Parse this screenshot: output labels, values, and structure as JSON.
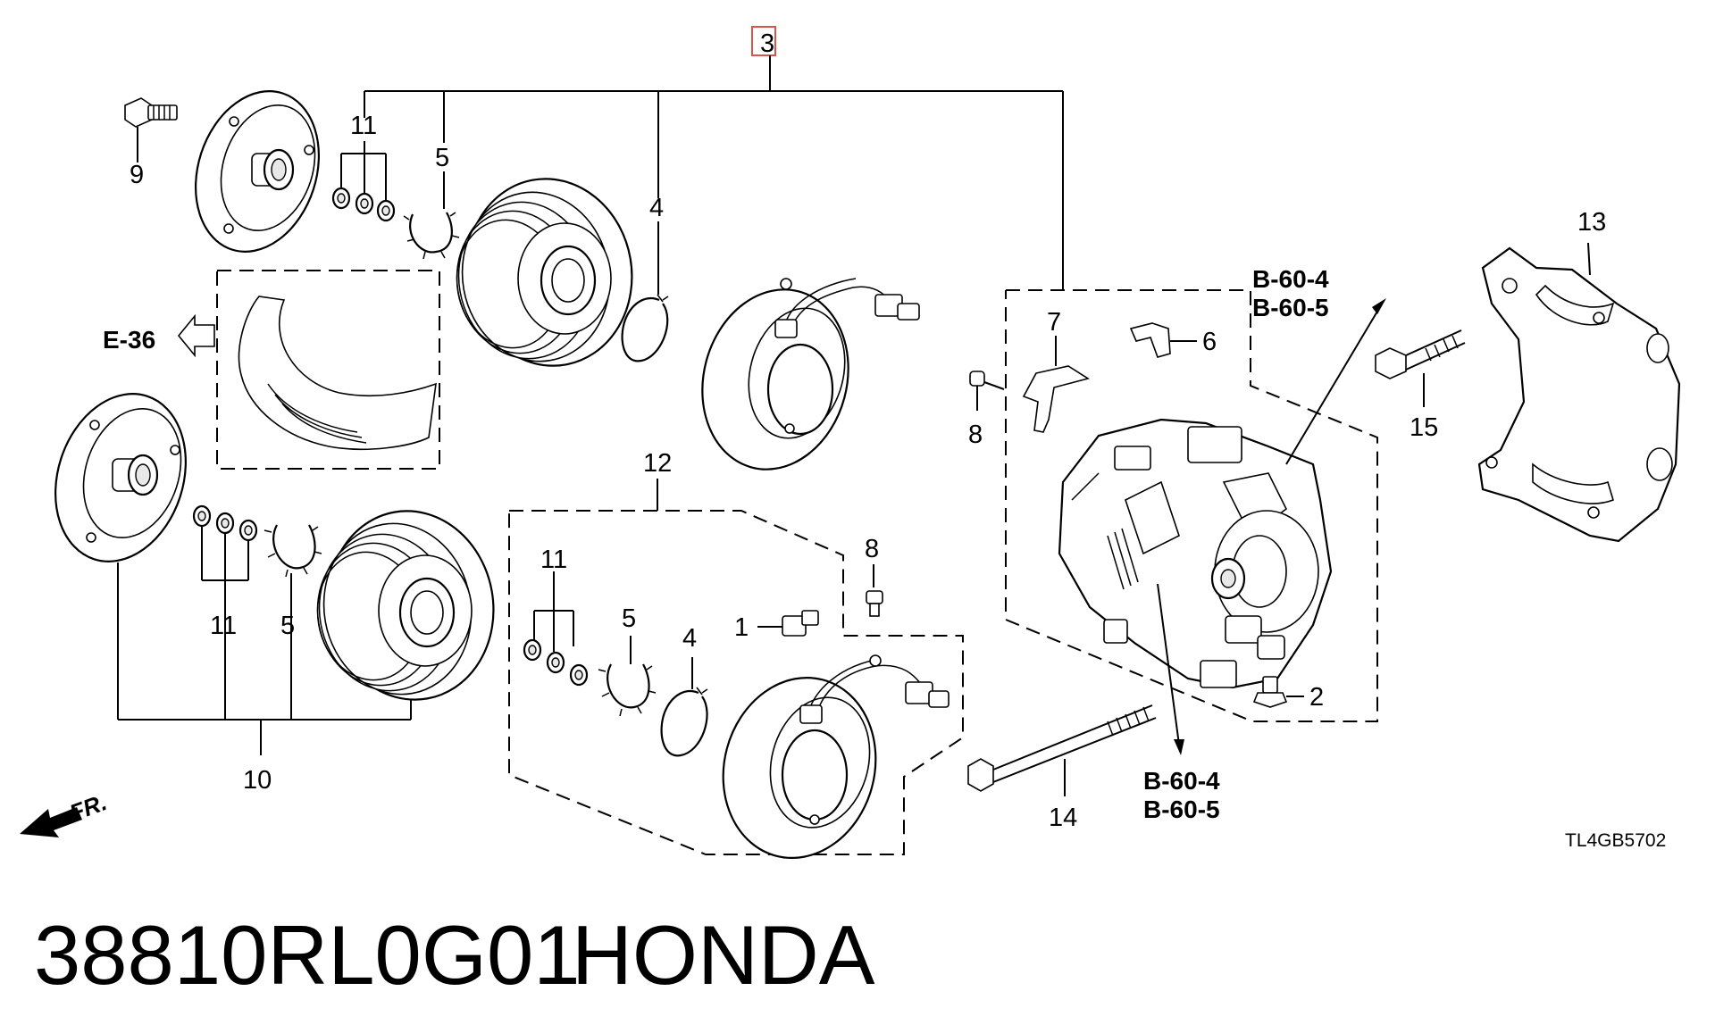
{
  "diagram": {
    "highlight_color": "#d9534f",
    "callouts": {
      "c3": "3",
      "c11_top": "11",
      "c5_top": "5",
      "c4_top": "4",
      "c9": "9",
      "c7": "7",
      "c6": "6",
      "c8_right": "8",
      "c13": "13",
      "c15": "15",
      "c11_left": "11",
      "c5_left": "5",
      "c10": "10",
      "c12": "12",
      "c11_mid": "11",
      "c5_mid": "5",
      "c4_mid": "4",
      "c1": "1",
      "c8_mid": "8",
      "c2": "2",
      "c14": "14"
    },
    "refs": {
      "e36": "E-36",
      "b60_4_top": "B-60-4",
      "b60_5_top": "B-60-5",
      "b60_4_bottom": "B-60-4",
      "b60_5_bottom": "B-60-5"
    },
    "front_label": "FR.",
    "diagram_code": "TL4GB5702"
  },
  "footer": {
    "part_number": "38810RL0G01",
    "brand": "HONDA"
  }
}
